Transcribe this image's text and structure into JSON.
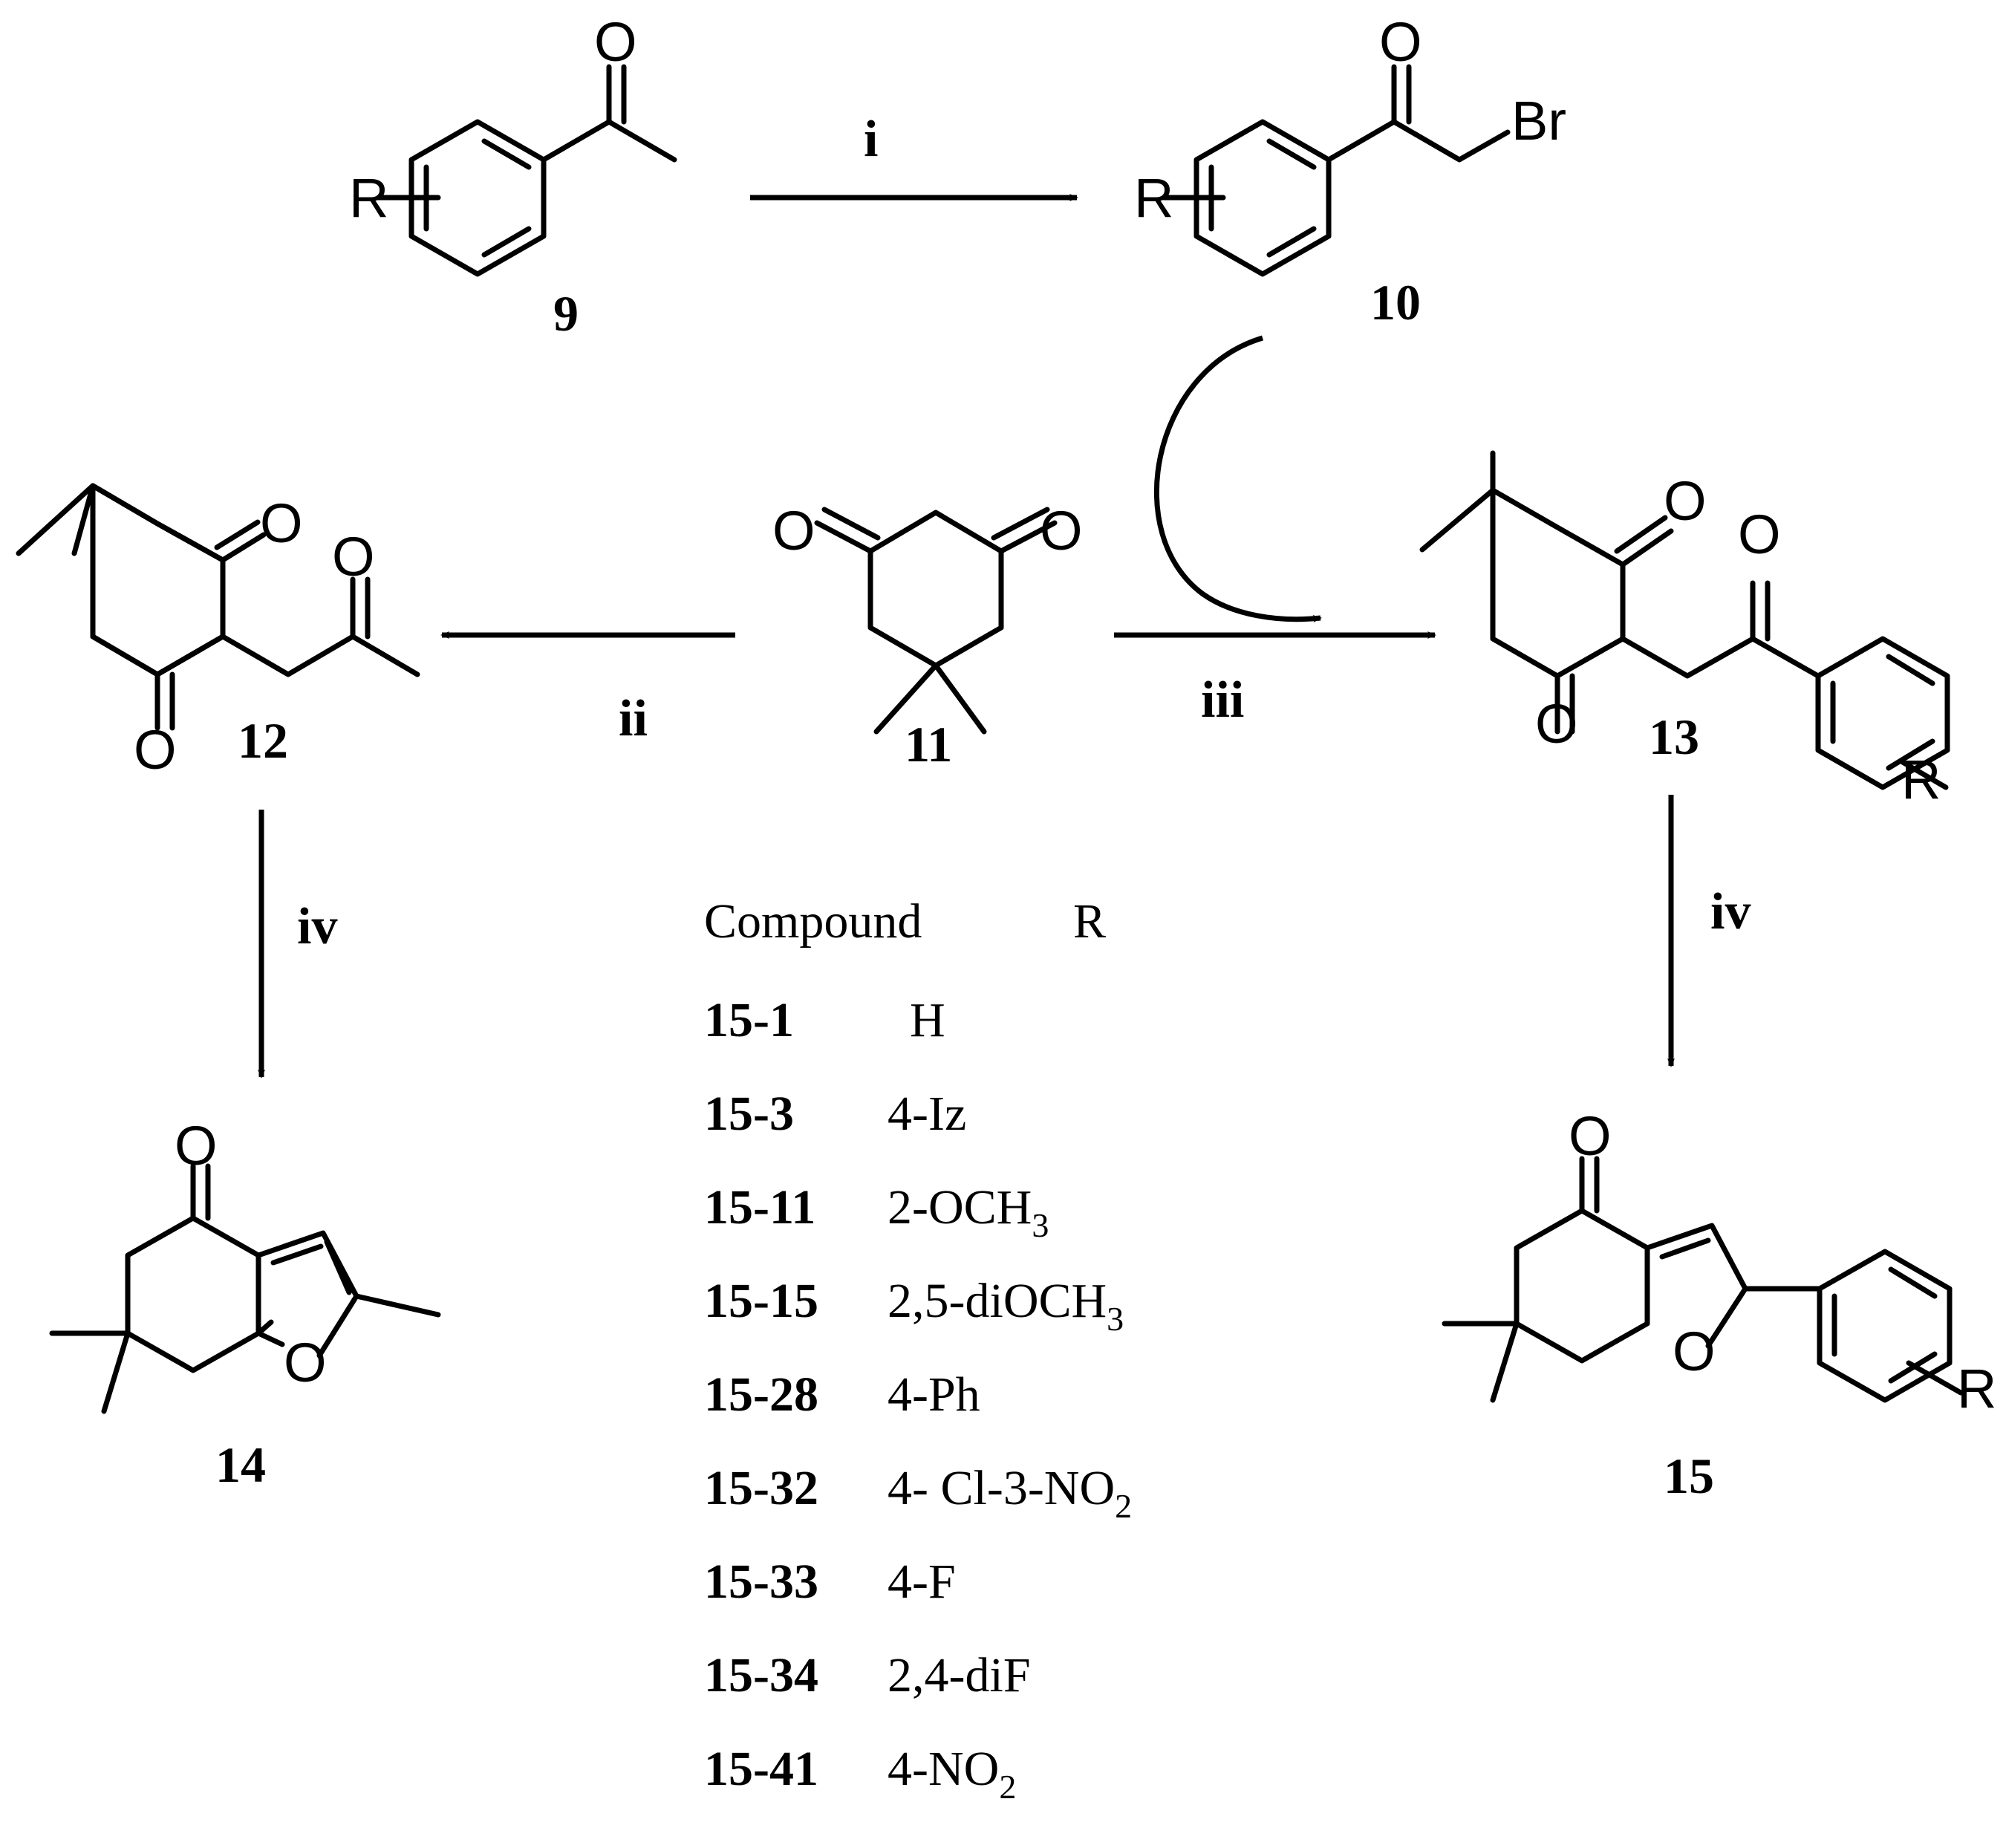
{
  "compounds": {
    "c9": "9",
    "c10": "10",
    "c11": "11",
    "c12": "12",
    "c13": "13",
    "c14": "14",
    "c15": "15"
  },
  "reagents": {
    "step1": "i",
    "step2": "ii",
    "step3": "iii",
    "step4a": "iv",
    "step4b": "iv"
  },
  "atoms": {
    "oxygen": "O",
    "bromine": "Br",
    "r_group": "R"
  },
  "table": {
    "header_compound": "Compound",
    "header_r": "R",
    "rows": [
      {
        "id": "15-1",
        "r": "H",
        "sub": "",
        "tail": ""
      },
      {
        "id": "15-3",
        "r": "4-Iz",
        "sub": "",
        "tail": ""
      },
      {
        "id": "15-11",
        "r": "2-OCH",
        "sub": "3",
        "tail": ""
      },
      {
        "id": "15-15",
        "r": "2,5-diOCH",
        "sub": "3",
        "tail": ""
      },
      {
        "id": "15-28",
        "r": "4-Ph",
        "sub": "",
        "tail": ""
      },
      {
        "id": "15-32",
        "r": "4- Cl-3-NO",
        "sub": "2",
        "tail": ""
      },
      {
        "id": "15-33",
        "r": "4-F",
        "sub": "",
        "tail": ""
      },
      {
        "id": "15-34",
        "r": "2,4-diF",
        "sub": "",
        "tail": ""
      },
      {
        "id": "15-41",
        "r": "4-NO",
        "sub": "2",
        "tail": ""
      }
    ]
  }
}
